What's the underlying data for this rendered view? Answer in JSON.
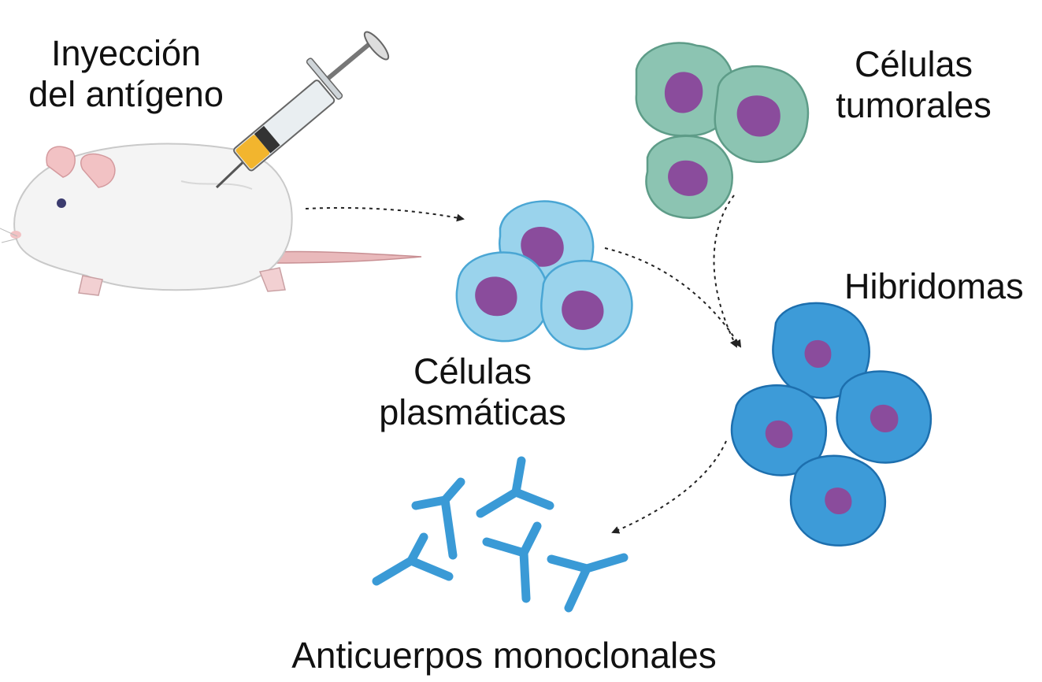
{
  "labels": {
    "injection": [
      "Inyección",
      "del antígeno"
    ],
    "tumor_cells": [
      "Células",
      "tumorales"
    ],
    "hybridomas": "Hibridomas",
    "plasma_cells": [
      "Células",
      "plasmáticas"
    ],
    "antibodies": "Anticuerpos monoclonales"
  },
  "colors": {
    "tumor_cell_fill": "#8cc4b2",
    "tumor_cell_edge": "#5e9c88",
    "plasma_cell_fill": "#9ad3ec",
    "plasma_cell_edge": "#4aa6d4",
    "hybridoma_fill": "#3d9bd8",
    "hybridoma_edge": "#1d6fae",
    "nucleus": "#8a4c9c",
    "antibody": "#3a9ad6",
    "mouse_body": "#f4f4f4",
    "mouse_ear": "#f2c2c4",
    "syringe_liquid": "#f2b52e",
    "arrow": "#222222"
  }
}
